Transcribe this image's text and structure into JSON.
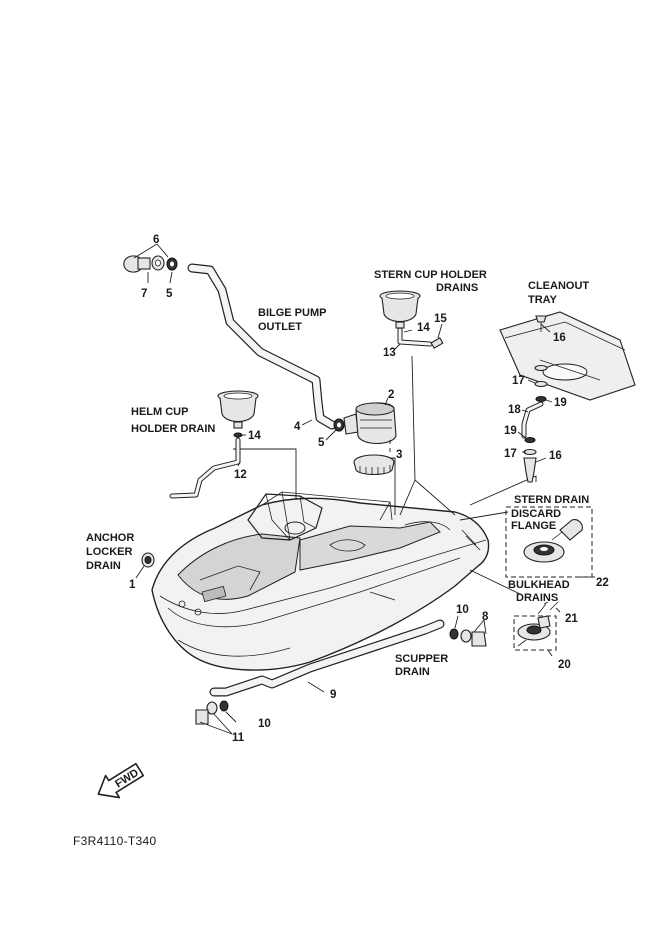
{
  "labels": {
    "bilge_pump_outlet": [
      "BILGE PUMP",
      "OUTLET"
    ],
    "stern_cup_holder_drains": [
      "STERN CUP HOLDER",
      "DRAINS"
    ],
    "cleanout_tray": [
      "CLEANOUT",
      "TRAY"
    ],
    "helm_cup_holder_drain": [
      "HELM CUP",
      "HOLDER DRAIN"
    ],
    "anchor_locker_drain": [
      "ANCHOR",
      "LOCKER",
      "DRAIN"
    ],
    "stern_drain": "STERN DRAIN",
    "discard_flange": [
      "DISCARD",
      "FLANGE"
    ],
    "bulkhead_drains": [
      "BULKHEAD",
      "DRAINS"
    ],
    "scupper_drain": [
      "SCUPPER",
      "DRAIN"
    ]
  },
  "part_numbers": {
    "n1": "1",
    "n2": "2",
    "n3": "3",
    "n4": "4",
    "n5a": "5",
    "n5b": "5",
    "n6": "6",
    "n7": "7",
    "n8": "8",
    "n9": "9",
    "n10a": "10",
    "n10b": "10",
    "n11": "11",
    "n12": "12",
    "n13": "13",
    "n14a": "14",
    "n14b": "14",
    "n15": "15",
    "n16a": "16",
    "n16b": "16",
    "n17a": "17",
    "n17b": "17",
    "n18": "18",
    "n19a": "19",
    "n19b": "19",
    "n20": "20",
    "n21": "21",
    "n22": "22"
  },
  "fwd_badge": "FWD",
  "figure_code": "F3R4110-T340"
}
